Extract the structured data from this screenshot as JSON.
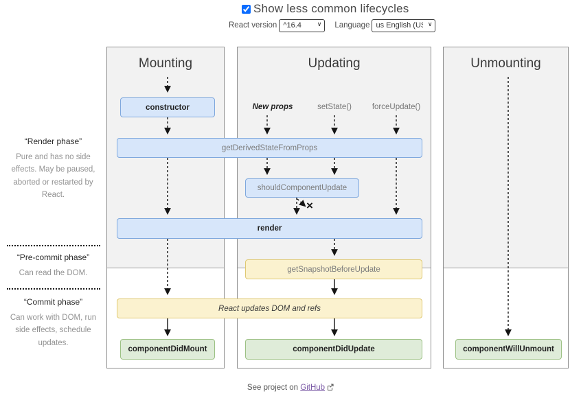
{
  "header": {
    "toggle_label": "Show less common lifecycles",
    "toggle_checked": true,
    "react_version_label": "React version",
    "react_version_value": "^16.4",
    "language_label": "Language",
    "language_value": "us English (US)"
  },
  "phases": {
    "render": {
      "title": "“Render phase”",
      "description": "Pure and has no side effects. May be paused, aborted or restarted by React."
    },
    "pre_commit": {
      "title": "“Pre-commit phase”",
      "description": "Can read the DOM."
    },
    "commit": {
      "title": "“Commit phase”",
      "description": "Can work with DOM, run side effects, schedule updates."
    }
  },
  "columns": {
    "mounting": {
      "title": "Mounting"
    },
    "updating": {
      "title": "Updating"
    },
    "unmounting": {
      "title": "Unmounting"
    }
  },
  "triggers": {
    "new_props": "New props",
    "set_state": "setState()",
    "force_update": "forceUpdate()"
  },
  "methods": {
    "constructor": "constructor",
    "get_derived_state_from_props": "getDerivedStateFromProps",
    "should_component_update": "shouldComponentUpdate",
    "render": "render",
    "get_snapshot_before_update": "getSnapshotBeforeUpdate",
    "react_updates_dom": "React updates DOM and refs",
    "component_did_mount": "componentDidMount",
    "component_did_update": "componentDidUpdate",
    "component_will_unmount": "componentWillUnmount"
  },
  "marks": {
    "skip_update": "×",
    "select_chevron": "∨"
  },
  "footer": {
    "prefix": "See project on",
    "link_label": "GitHub"
  },
  "colors": {
    "lifecycle_fill": "#d7e6fa",
    "lifecycle_border": "#7fa8dd",
    "side_effect_fill": "#fbf2cf",
    "side_effect_border": "#dfc973",
    "commit_fill": "#dfecd9",
    "commit_border": "#9cc184",
    "panel_gray": "#f2f2f2",
    "link_purple": "#7b5aa6"
  }
}
